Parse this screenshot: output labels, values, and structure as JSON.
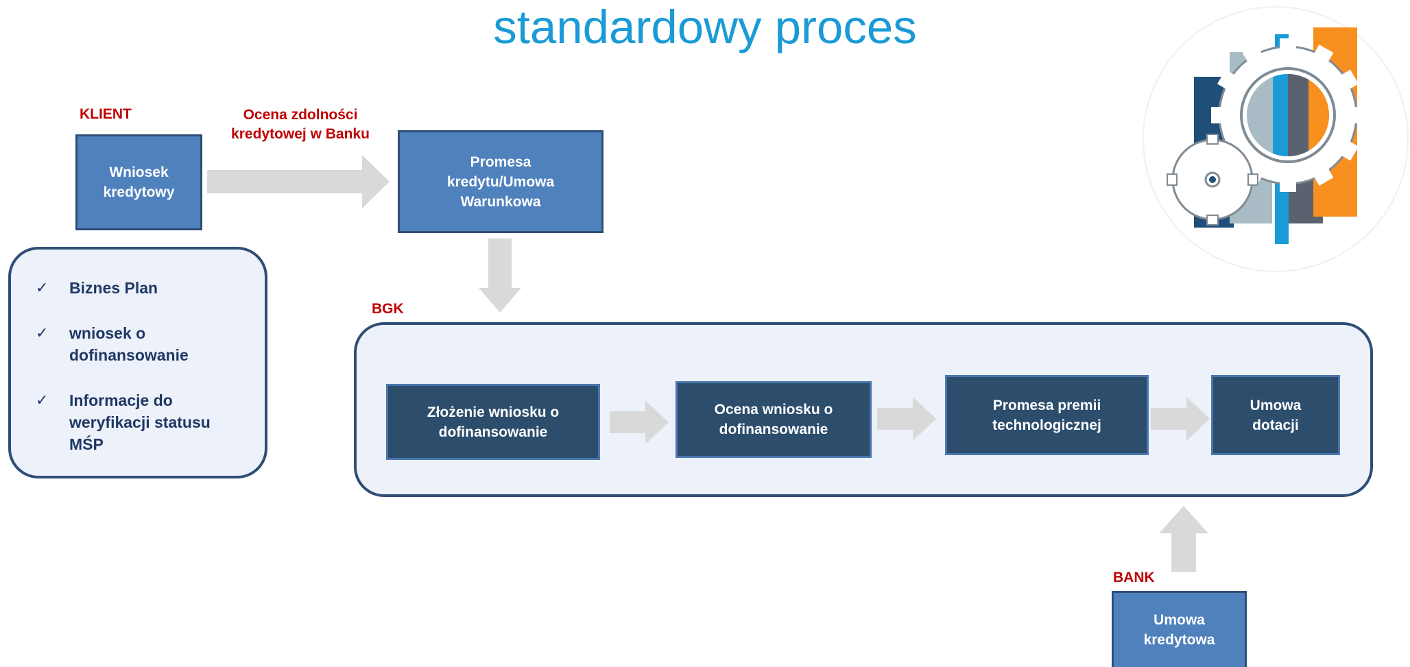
{
  "title": "standardowy proces",
  "client": {
    "label": "KLIENT",
    "box": "Wniosek\nkredytowy",
    "arrow_label": "Ocena zdolności\nkredytowej w Banku",
    "promise_box": "Promesa\nkredytu/Umowa\nWarunkowa"
  },
  "checklist": {
    "items": [
      {
        "text": "Biznes Plan"
      },
      {
        "text": "wniosek o\ndofinansowanie"
      },
      {
        "text": "Informacje do\nweryfikacji statusu\nMŚP"
      }
    ]
  },
  "bgk": {
    "label": "BGK",
    "steps": [
      {
        "text": "Złożenie  wniosku o\ndofinansowanie"
      },
      {
        "text": "Ocena wniosku o\ndofinansowanie"
      },
      {
        "text": "Promesa premii\ntechnologicznej"
      },
      {
        "text": "Umowa\ndotacji"
      }
    ]
  },
  "bank": {
    "label": "BANK",
    "box": "Umowa\nkredytowa"
  },
  "colors": {
    "title": "#1a9ad6",
    "label": "#c00000",
    "box_light": "#4f81bd",
    "box_dark": "#2c4d6c",
    "panel": "#edf1f9",
    "arrow": "#d9d9d9"
  },
  "icons": [
    "gears-chart-icon",
    "check-icon"
  ]
}
